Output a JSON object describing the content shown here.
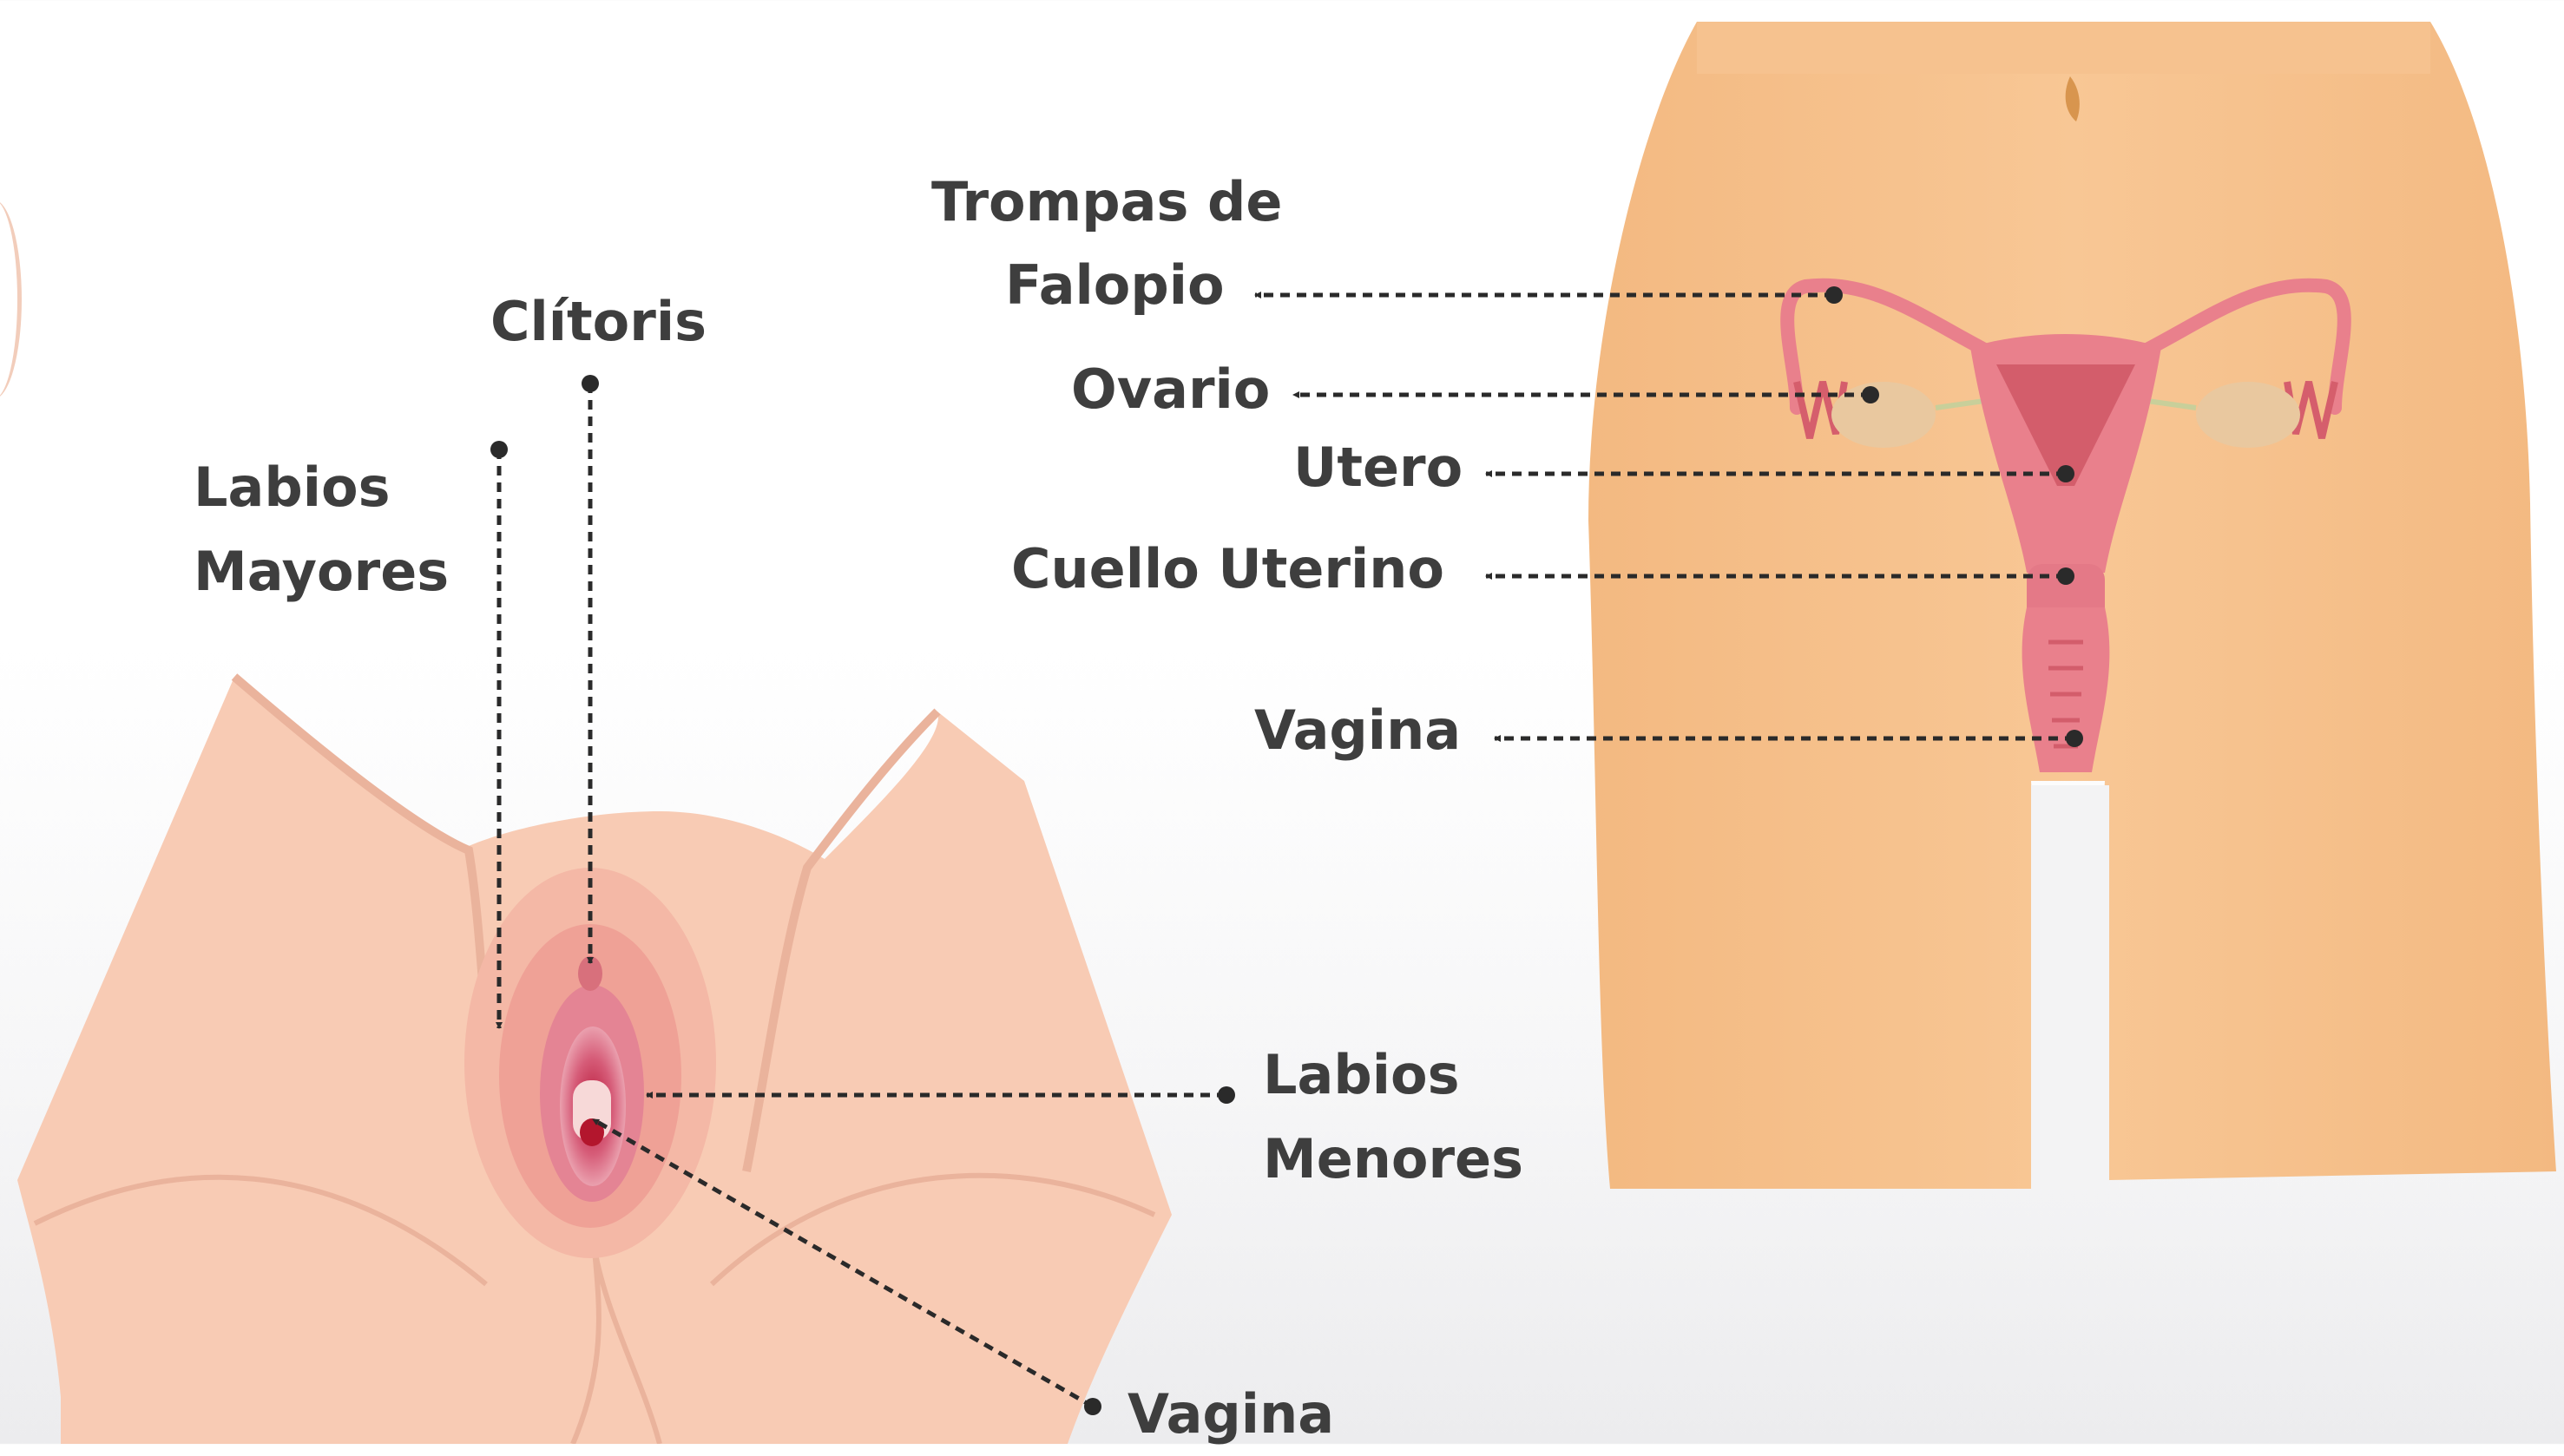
{
  "diagram": {
    "external_view": {
      "labels": {
        "clitoris": "Clítoris",
        "labios_mayores_1": "Labios",
        "labios_mayores_2": "Mayores",
        "labios_menores_1": "Labios",
        "labios_menores_2": "Menores",
        "vagina": "Vagina"
      }
    },
    "internal_view": {
      "labels": {
        "trompas_1": "Trompas de",
        "trompas_2": "Falopio",
        "ovario": "Ovario",
        "utero": "Utero",
        "cuello_uterino": "Cuello Uterino",
        "vagina": "Vagina"
      }
    },
    "colors": {
      "external_skin": "#f8cbb4",
      "internal_skin": "#f6c28f",
      "organ": "#e9808c",
      "label_text": "#3e3e3e",
      "leader_line": "#2a2a2a"
    }
  }
}
